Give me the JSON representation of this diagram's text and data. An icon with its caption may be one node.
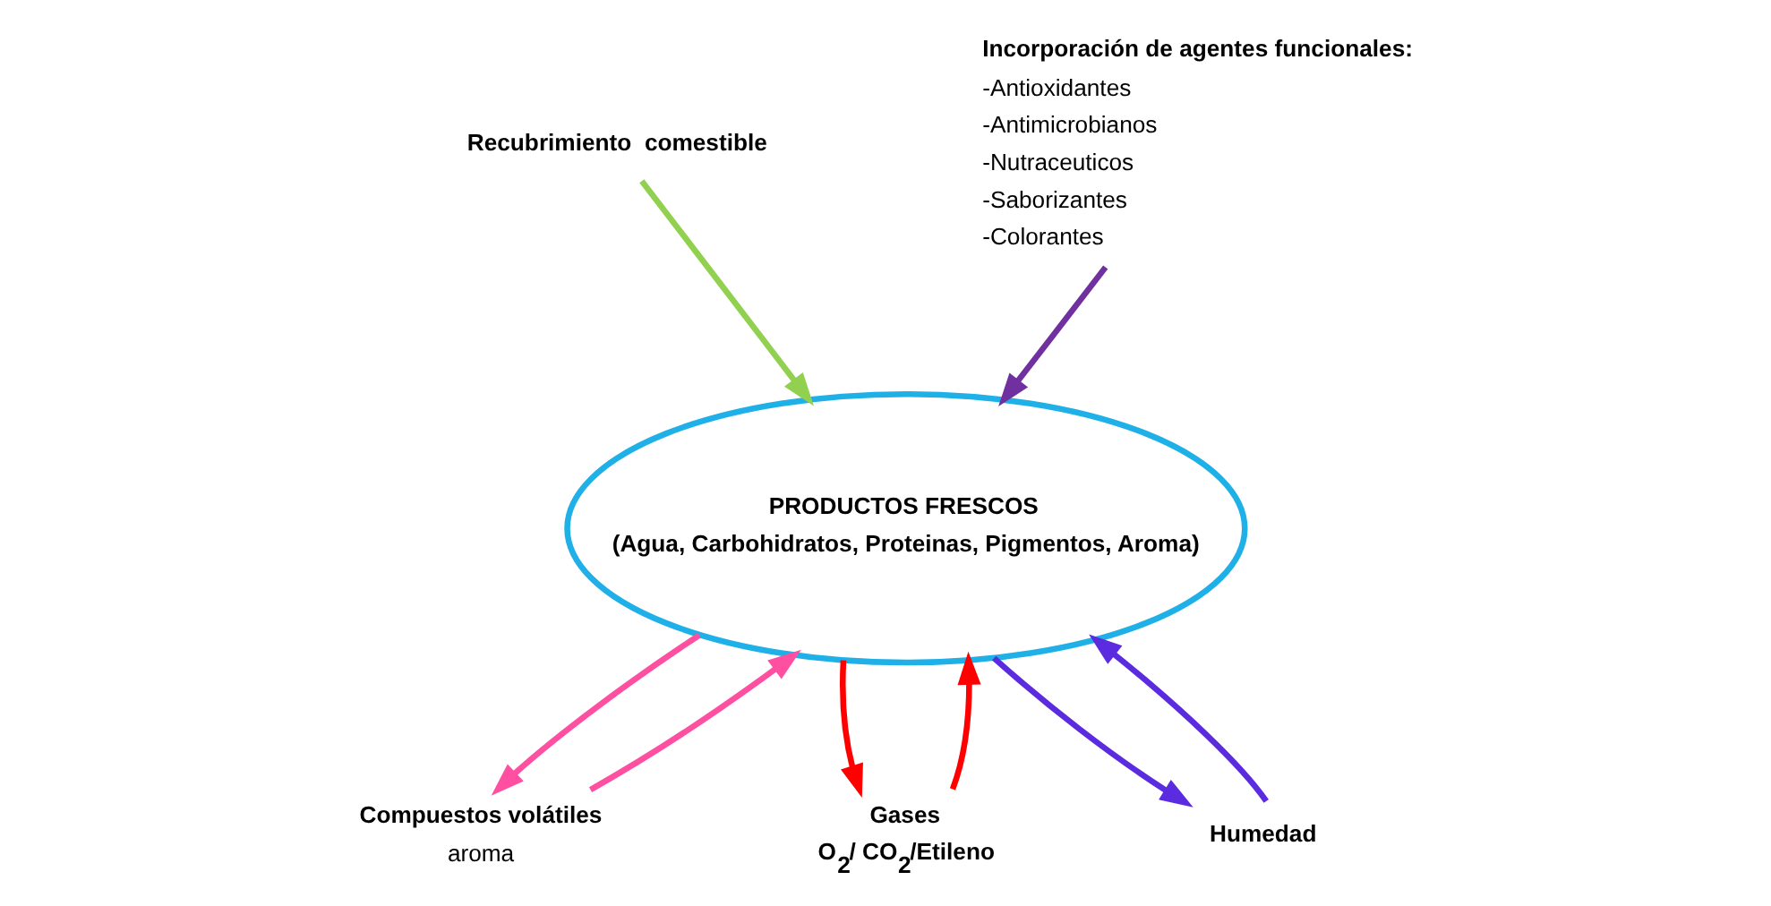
{
  "diagram": {
    "nodes": [
      {
        "text": [
          "PRODUCTOS FRESCOS",
          "(Agua, Carbohidratos, Proteinas, Pigmentos, Aroma)"
        ]
      },
      {
        "text": [
          "Compuestos volátiles",
          "aroma"
        ]
      },
      {
        "text": [
          "Recubrimiento  comestible"
        ]
      },
      {
        "text": [
          "Incorporación de agentes funcionales:",
          "-Antioxidantes",
          "-Antimicrobianos",
          "-Nutraceuticos",
          "-Saborizantes",
          "-Colorantes"
        ]
      },
      {
        "text": [
          "Gases",
          "O$_{2}$/ CO$_{2}$/Etileno"
        ]
      },
      {
        "text": [
          "Humedad"
        ]
      }
    ],
    "edges": [
      {
        "from": 0,
        "to": 1,
        "arrow": "to",
        "color": "#ff4fa0"
      },
      {
        "from": 1,
        "to": 0,
        "arrow": "to",
        "color": "#ff4fa0"
      },
      {
        "from": 2,
        "to": 0,
        "arrow": "to",
        "color": "#92d050"
      },
      {
        "from": 3,
        "to": 0,
        "arrow": "to",
        "color": "#7030a0"
      },
      {
        "from": 0,
        "to": 4,
        "arrow": "to",
        "color": "#ff0000"
      },
      {
        "from": 4,
        "to": 0,
        "arrow": "to",
        "color": "#ff0000"
      },
      {
        "from": 0,
        "to": 5,
        "arrow": "to",
        "color": "#5b2be0"
      },
      {
        "from": 5,
        "to": 0,
        "arrow": "to",
        "color": "#5b2be0"
      }
    ]
  }
}
